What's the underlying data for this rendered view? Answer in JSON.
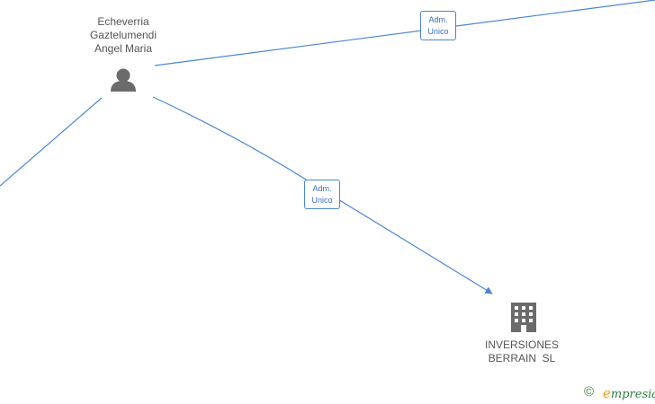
{
  "nodes": {
    "person": {
      "name_line1": "Echeverria",
      "name_line2": "Gaztelumendi",
      "name_line3": "Angel Maria",
      "icon": "person-icon"
    },
    "company": {
      "name_line1": "INVERSIONES",
      "name_line2": "BERRAIN  SL",
      "icon": "building-icon"
    }
  },
  "edges": [
    {
      "label_line1": "Adm.",
      "label_line2": "Unico"
    },
    {
      "label_line1": "Adm.",
      "label_line2": "Unico"
    }
  ],
  "footer": {
    "copyright_symbol": "©",
    "brand_initial": "e",
    "brand_rest": "mpresia"
  },
  "colors": {
    "edge": "#4a86d4",
    "node_icon": "#6b6b6b",
    "brand_orange": "#f39a1c",
    "brand_green": "#2f7f3f"
  }
}
